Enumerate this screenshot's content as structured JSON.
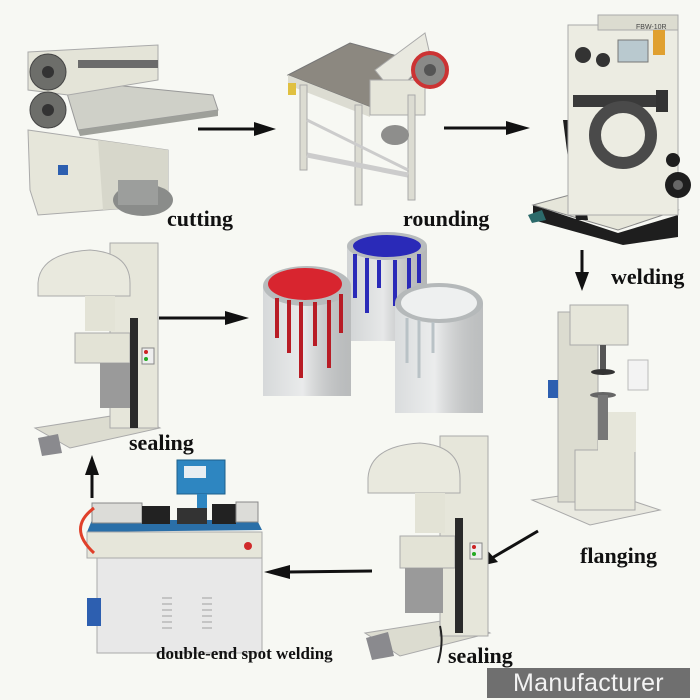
{
  "diagram": {
    "type": "process-flow",
    "subject": "paint can production line",
    "background_color": "#f7f8f3",
    "steps": [
      {
        "id": "cutting",
        "label": "cutting",
        "machine": "slitting/cutting machine"
      },
      {
        "id": "rounding",
        "label": "rounding",
        "machine": "can body rounding machine"
      },
      {
        "id": "welding",
        "label": "welding",
        "machine": "seam welding machine",
        "panel_text": "FBW-10R"
      },
      {
        "id": "flanging",
        "label": "flanging",
        "machine": "flanging machine"
      },
      {
        "id": "sealing-bottom",
        "label": "sealing",
        "machine": "can seaming machine"
      },
      {
        "id": "spot-welding",
        "label": "double-end spot welding",
        "machine": "double-end spot welding machine"
      },
      {
        "id": "sealing-top",
        "label": "sealing",
        "machine": "can seaming machine"
      },
      {
        "id": "product",
        "label": "",
        "machine": "finished paint cans (red, blue, white)"
      }
    ],
    "flow": [
      {
        "from": "cutting",
        "to": "rounding",
        "direction": "right"
      },
      {
        "from": "rounding",
        "to": "welding",
        "direction": "right"
      },
      {
        "from": "welding",
        "to": "flanging",
        "direction": "down"
      },
      {
        "from": "flanging",
        "to": "sealing-bottom",
        "direction": "down-left"
      },
      {
        "from": "sealing-bottom",
        "to": "spot-welding",
        "direction": "left"
      },
      {
        "from": "spot-welding",
        "to": "sealing-top",
        "direction": "up"
      },
      {
        "from": "sealing-top",
        "to": "product",
        "direction": "right"
      }
    ],
    "paint_colors": {
      "red": "#d8252f",
      "blue": "#2a2ab8",
      "white": "#eef0f0"
    }
  },
  "watermark": {
    "text": "Manufacturer",
    "bg": "#6f6f6f",
    "fg": "#f3f3f3"
  }
}
